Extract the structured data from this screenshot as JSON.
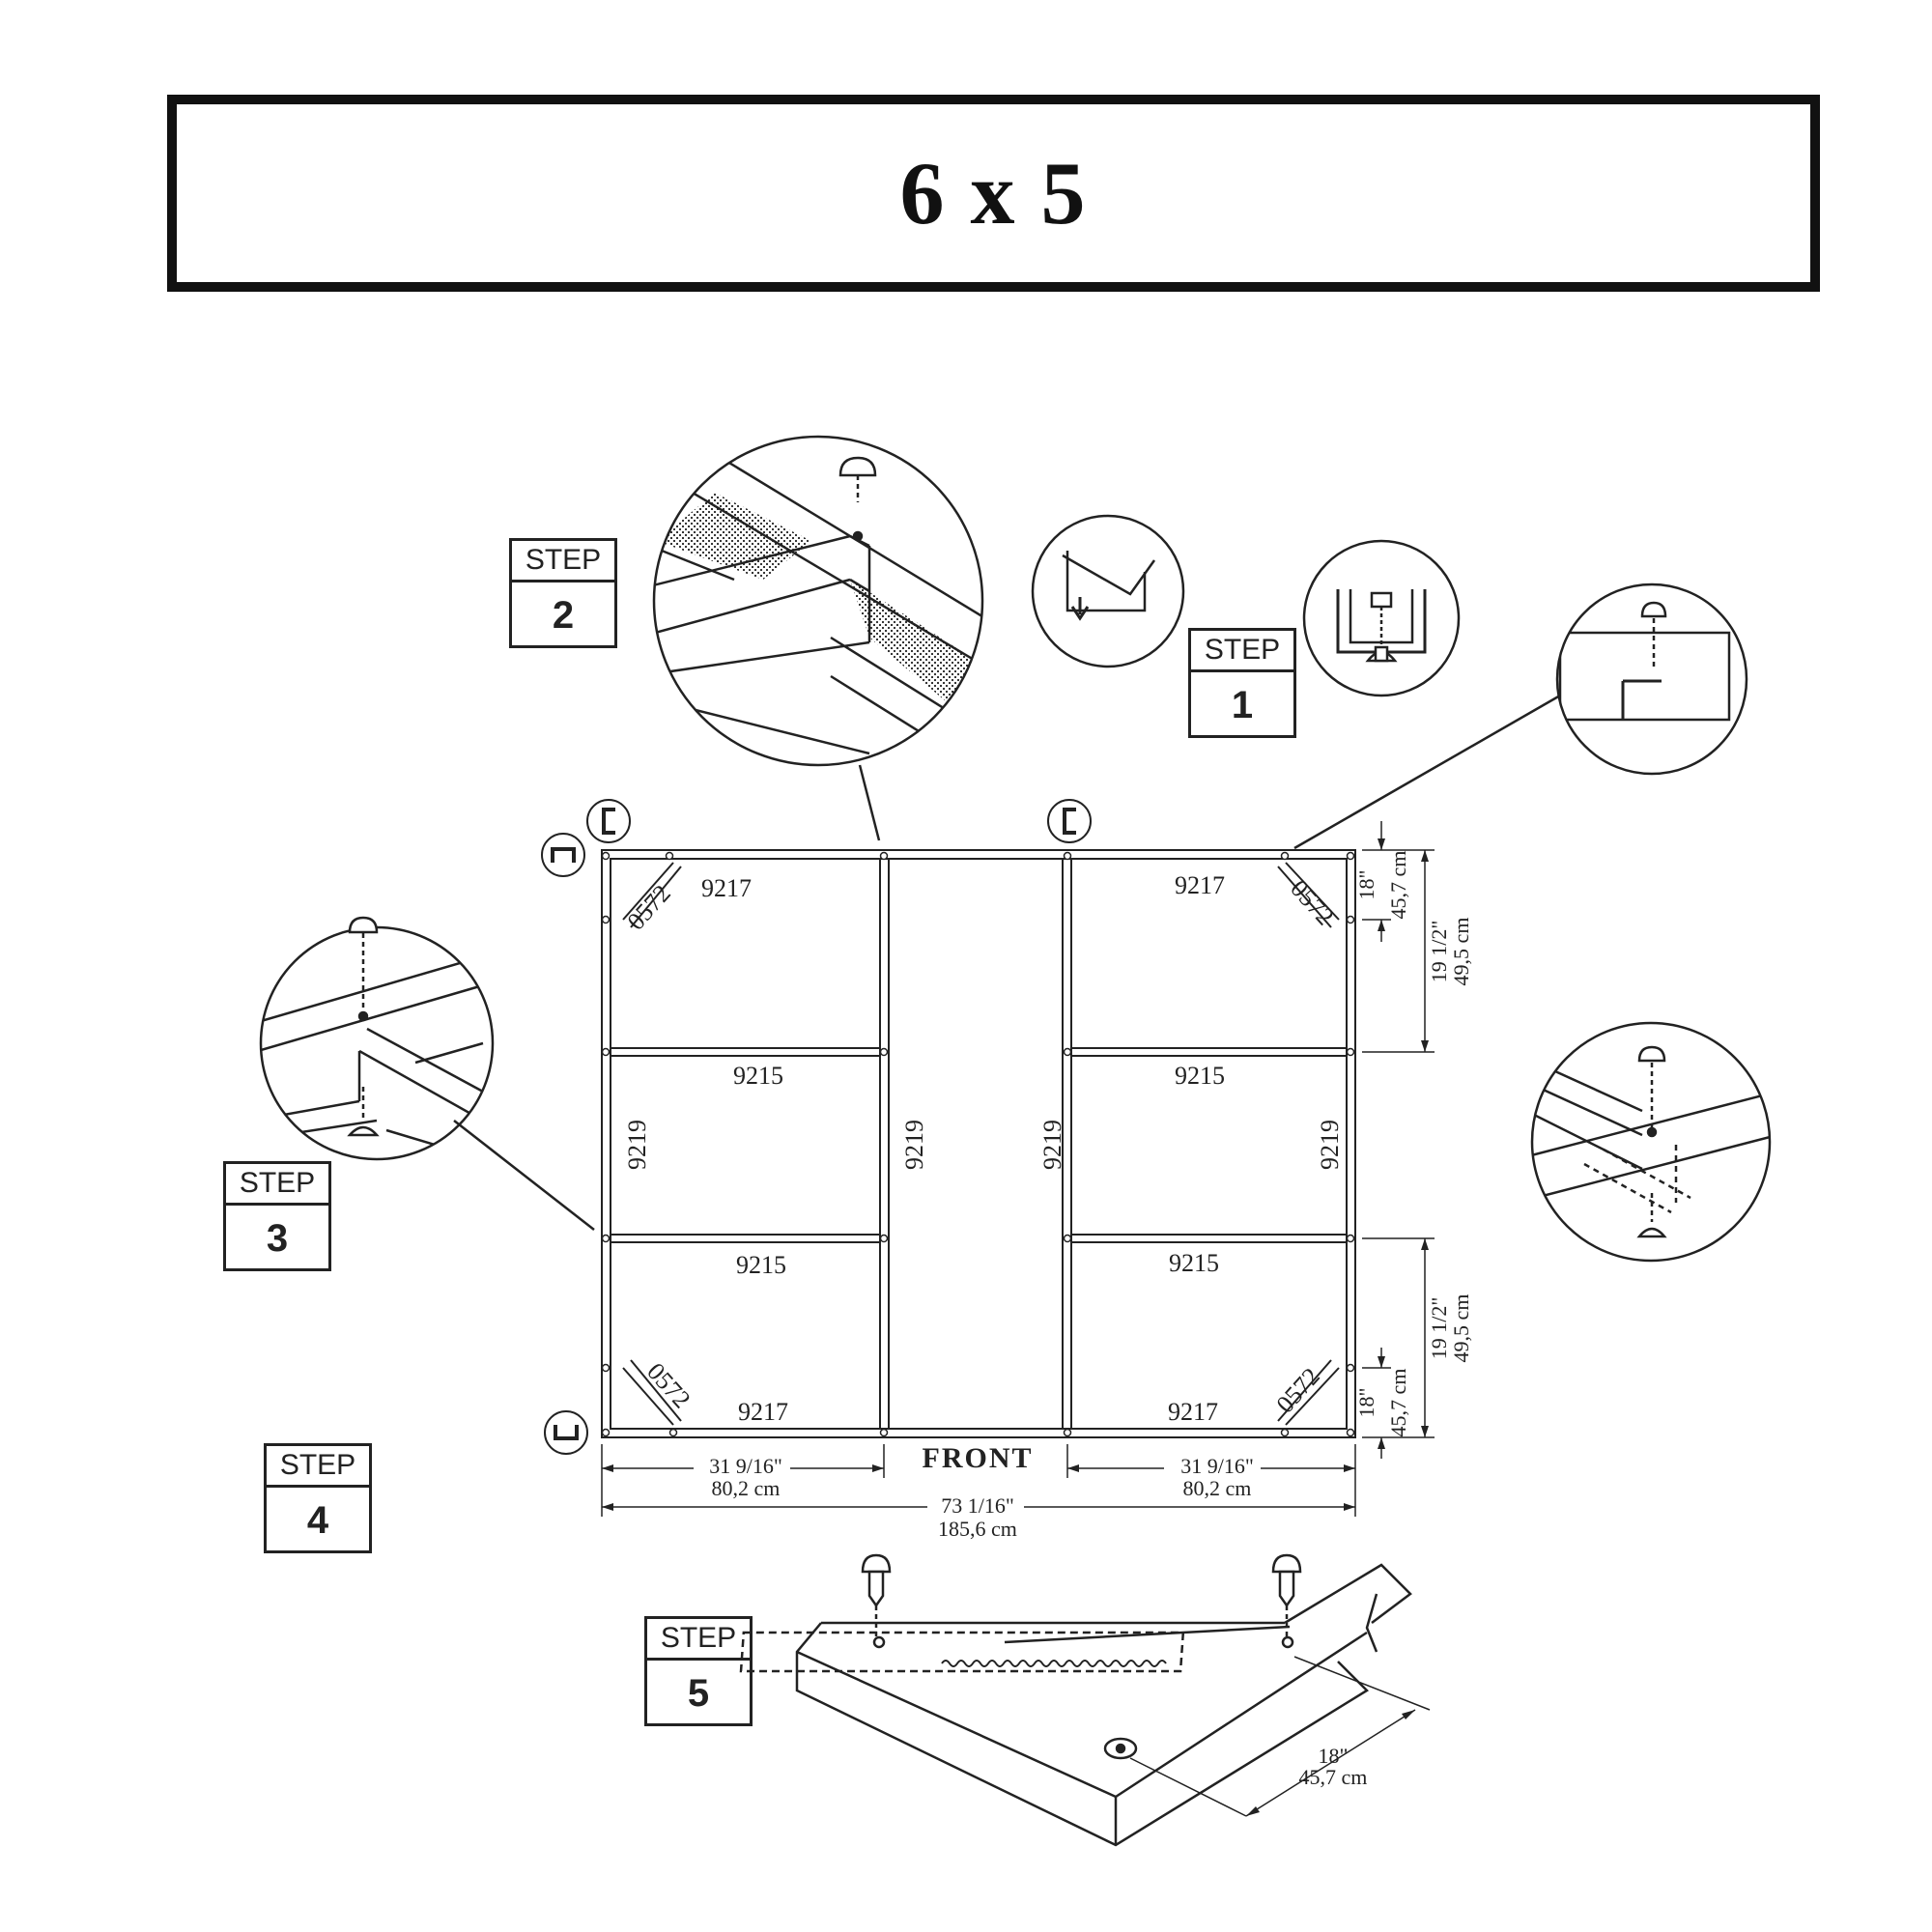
{
  "title": "6 x 5",
  "steps": [
    {
      "label": "STEP",
      "number": "1"
    },
    {
      "label": "STEP",
      "number": "2"
    },
    {
      "label": "STEP",
      "number": "3"
    },
    {
      "label": "STEP",
      "number": "4"
    },
    {
      "label": "STEP",
      "number": "5"
    }
  ],
  "parts": {
    "brace": "0572",
    "end_rail": "9217",
    "cross_rail": "9215",
    "side_rail": "9219"
  },
  "front_label": "FRONT",
  "dimensions": {
    "span_in": "31 9/16\"",
    "span_cm": "80,2 cm",
    "width_in": "73 1/16\"",
    "width_cm": "185,6 cm",
    "corner_in": "18\"",
    "corner_cm": "45,7 cm",
    "bay_in": "19 1/2\"",
    "bay_cm": "49,5 cm"
  }
}
